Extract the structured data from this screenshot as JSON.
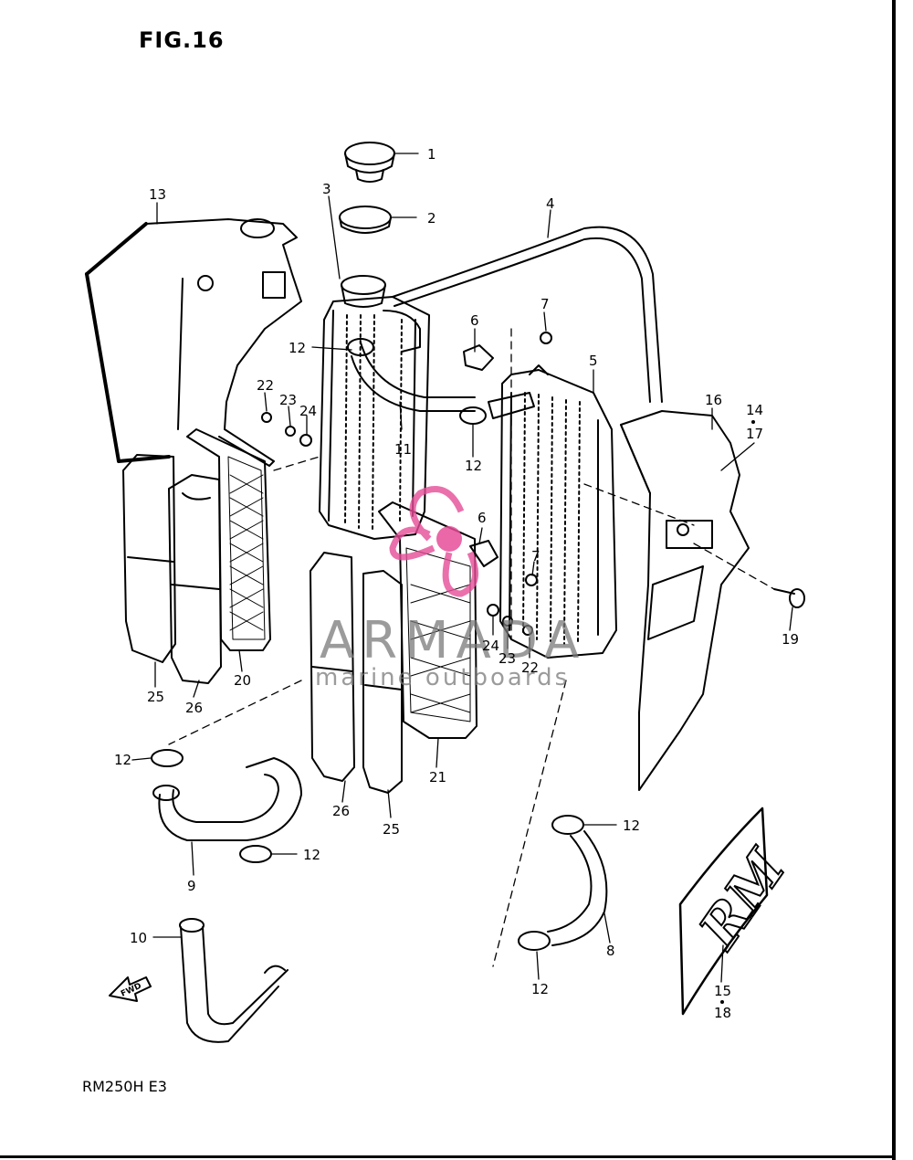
{
  "figure": {
    "title": "FIG.16",
    "model": "RM250H  E3"
  },
  "watermark": {
    "brand": "ARMADA",
    "tagline": "marine outboards",
    "color": "#e64d98"
  },
  "callouts": [
    {
      "id": "c1",
      "label": "1"
    },
    {
      "id": "c2",
      "label": "2"
    },
    {
      "id": "c3",
      "label": "3"
    },
    {
      "id": "c4",
      "label": "4"
    },
    {
      "id": "c5",
      "label": "5"
    },
    {
      "id": "c6a",
      "label": "6"
    },
    {
      "id": "c6b",
      "label": "6"
    },
    {
      "id": "c7a",
      "label": "7"
    },
    {
      "id": "c7b",
      "label": "7"
    },
    {
      "id": "c8",
      "label": "8"
    },
    {
      "id": "c9",
      "label": "9"
    },
    {
      "id": "c10",
      "label": "10"
    },
    {
      "id": "c11",
      "label": "11"
    },
    {
      "id": "c12a",
      "label": "12"
    },
    {
      "id": "c12b",
      "label": "12"
    },
    {
      "id": "c12c",
      "label": "12"
    },
    {
      "id": "c12d",
      "label": "12"
    },
    {
      "id": "c12e",
      "label": "12"
    },
    {
      "id": "c12f",
      "label": "12"
    },
    {
      "id": "c13",
      "label": "13"
    },
    {
      "id": "c14",
      "label": "14"
    },
    {
      "id": "c17",
      "label": "17"
    },
    {
      "id": "c15",
      "label": "15"
    },
    {
      "id": "c18",
      "label": "18"
    },
    {
      "id": "c16",
      "label": "16"
    },
    {
      "id": "c19",
      "label": "19"
    },
    {
      "id": "c20",
      "label": "20"
    },
    {
      "id": "c21",
      "label": "21"
    },
    {
      "id": "c22a",
      "label": "22"
    },
    {
      "id": "c22b",
      "label": "22"
    },
    {
      "id": "c23a",
      "label": "23"
    },
    {
      "id": "c23b",
      "label": "23"
    },
    {
      "id": "c24a",
      "label": "24"
    },
    {
      "id": "c24b",
      "label": "24"
    },
    {
      "id": "c25a",
      "label": "25"
    },
    {
      "id": "c25b",
      "label": "25"
    },
    {
      "id": "c26a",
      "label": "26"
    },
    {
      "id": "c26b",
      "label": "26"
    }
  ],
  "decals": {
    "rm_logo": "RM",
    "fwd_arrow": "FWD"
  }
}
